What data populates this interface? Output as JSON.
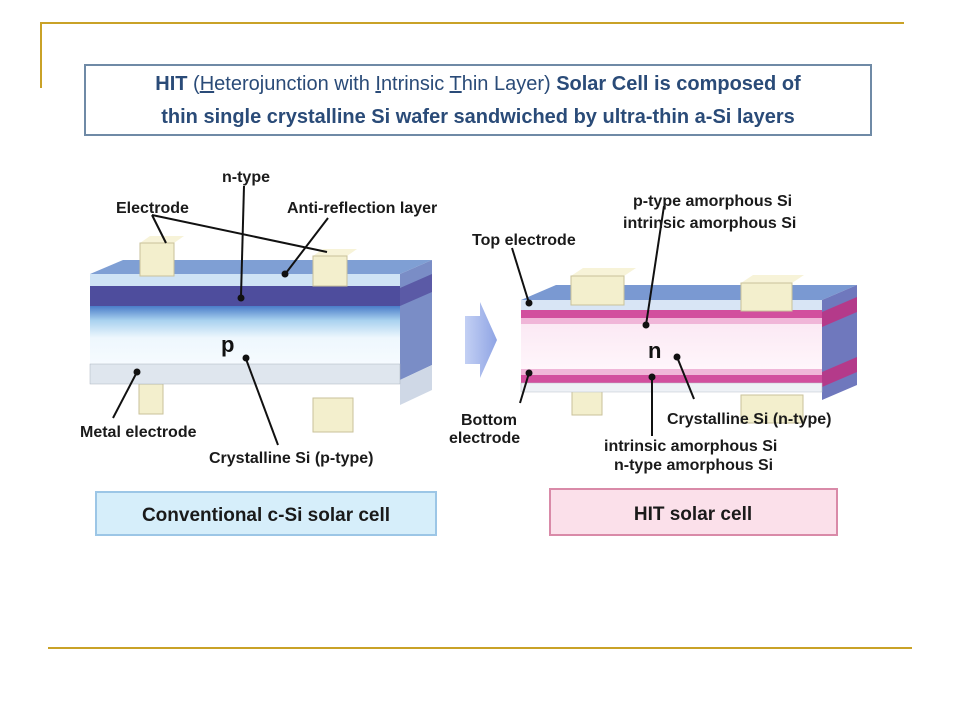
{
  "title": {
    "hit": "HIT",
    "open_paren": " (",
    "h": "H",
    "eterojunction": "eterojunction with ",
    "i": "I",
    "ntrinsic": "ntrinsic ",
    "t": "T",
    "hin_layer": "hin Layer)",
    "rest_line1": " Solar Cell is composed of",
    "line2": "thin single crystalline Si wafer sandwiched by ultra-thin a-Si layers"
  },
  "conventional": {
    "caption": "Conventional c-Si solar cell",
    "labels": {
      "n_type": "n-type",
      "electrode": "Electrode",
      "anti_reflection": "Anti-reflection layer",
      "p": "p",
      "metal_electrode": "Metal electrode",
      "crystalline_p": "Crystalline Si (p-type)"
    }
  },
  "hit": {
    "caption": "HIT solar cell",
    "labels": {
      "top_electrode": "Top electrode",
      "p_type_amorphous": "p-type amorphous Si",
      "intrinsic_amorphous_top": "intrinsic amorphous Si",
      "n": "n",
      "bottom": "Bottom",
      "electrode": "electrode",
      "crystalline_n": "Crystalline Si (n-type)",
      "intrinsic_amorphous_bottom": "intrinsic amorphous  Si",
      "n_type_amorphous": "n-type amorphous Si"
    }
  },
  "colors": {
    "gold": "#c9a227",
    "title_text": "#2a4b78",
    "conventional_caption_bg": "#d6eefa",
    "hit_caption_bg": "#fbe0ea",
    "arrow": "#a8b8ec"
  }
}
